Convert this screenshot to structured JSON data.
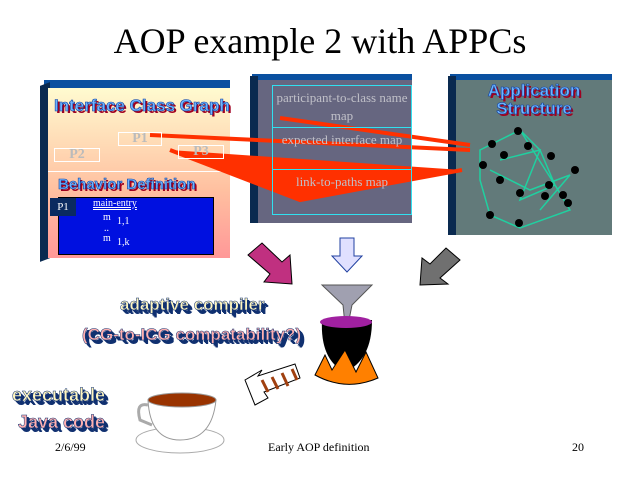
{
  "title": "AOP example 2 with APPCs",
  "left_box": {
    "heading": "Interface Class Graph",
    "classes": [
      "P2",
      "P1",
      "P3"
    ],
    "behavior_heading": "Behavior Definition",
    "behavior": {
      "tab": "P1",
      "entry": "main-entry",
      "m1": "m",
      "m1_sub": "1,1",
      "dots": "..",
      "mk": "m",
      "mk_sub": "1,k"
    }
  },
  "middle_box": {
    "maps": [
      "participant-to-class name map",
      "expected interface map",
      "link-to-paths map"
    ]
  },
  "right_box": {
    "heading_line1": "Application",
    "heading_line2": "Structure"
  },
  "compiler": {
    "line1": "adaptive compiler",
    "line2": "(CG-to-ICG compatability?)"
  },
  "output": {
    "line1": "executable",
    "line2": "Java code"
  },
  "footer": {
    "date": "2/6/99",
    "center": "Early AOP definition",
    "page": "20"
  }
}
